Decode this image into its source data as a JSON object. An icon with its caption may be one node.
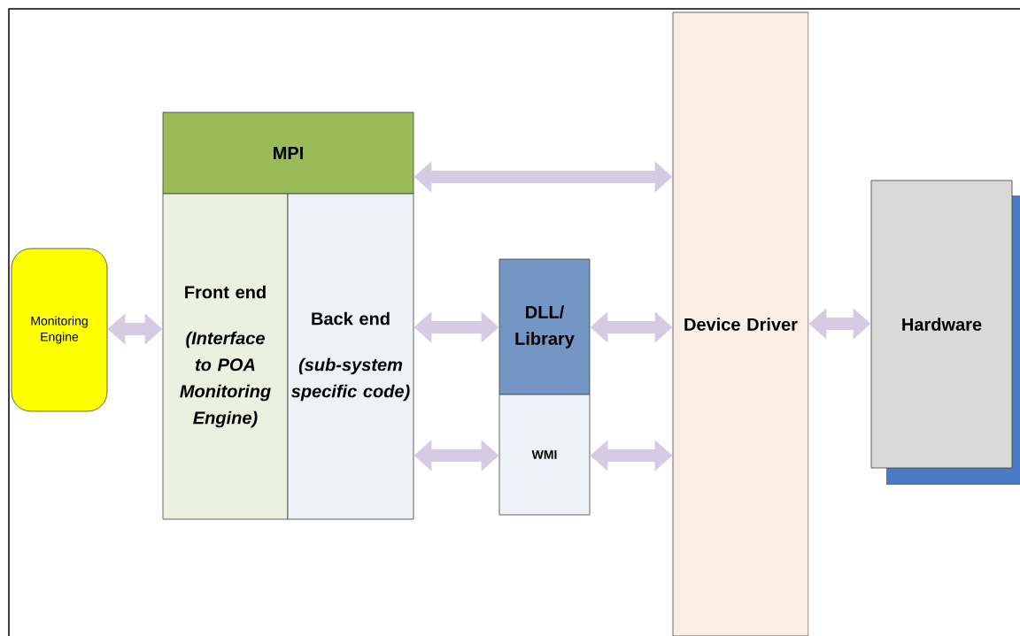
{
  "diagram": {
    "nodes": [
      {
        "text": [
          "Monitoring Engine"
        ]
      },
      {
        "text": [
          "MPI"
        ]
      },
      {
        "text": [
          "Front end",
          "(Interface to POA Monitoring Engine)"
        ]
      },
      {
        "text": [
          "Back end",
          "(sub-system specific code)"
        ]
      },
      {
        "text": [
          "DLL/ Library"
        ]
      },
      {
        "text": [
          "WMI"
        ]
      },
      {
        "text": [
          "Device Driver"
        ]
      },
      {
        "text": [
          "Hardware"
        ]
      }
    ],
    "edges": [
      {
        "from": 0,
        "to": 2,
        "arrow": "both"
      },
      {
        "from": 1,
        "to": 6,
        "arrow": "both"
      },
      {
        "from": 3,
        "to": 4,
        "arrow": "both"
      },
      {
        "from": 4,
        "to": 6,
        "arrow": "both"
      },
      {
        "from": 3,
        "to": 5,
        "arrow": "both"
      },
      {
        "from": 5,
        "to": 6,
        "arrow": "both"
      },
      {
        "from": 6,
        "to": 7,
        "arrow": "both"
      }
    ]
  }
}
